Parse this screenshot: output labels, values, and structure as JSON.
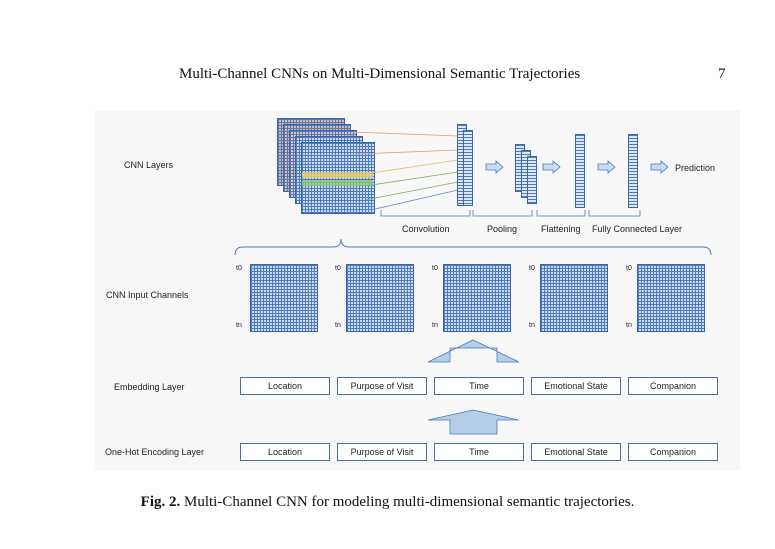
{
  "header": {
    "title": "Multi-Channel CNNs on Multi-Dimensional Semantic Trajectories",
    "page_number": "7"
  },
  "figure": {
    "row_labels": {
      "cnn_layers": "CNN Layers",
      "cnn_input_channels": "CNN Input Channels",
      "embedding_layer": "Embedding Layer",
      "one_hot_layer": "One-Hot Encoding Layer"
    },
    "stage_labels": {
      "convolution": "Convolution",
      "pooling": "Pooling",
      "flattening": "Flattening",
      "fully_connected": "Fully Connected Layer",
      "prediction": "Prediction"
    },
    "channels": [
      "Location",
      "Purpose of Visit",
      "Time",
      "Emotional State",
      "Companion"
    ],
    "time_labels": {
      "start": "t0",
      "end": "tn"
    }
  },
  "caption": {
    "label": "Fig. 2.",
    "text": " Multi-Channel CNN for modeling multi-dimensional semantic trajectories."
  }
}
